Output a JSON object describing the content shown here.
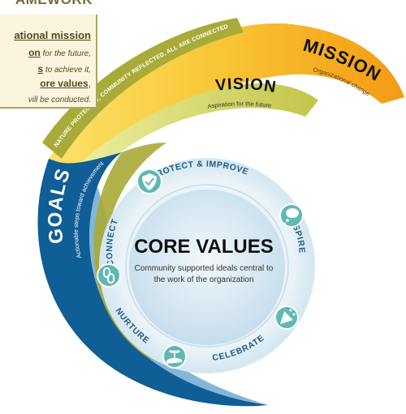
{
  "legend": {
    "heading": "AMEWORK",
    "line1": "ational mission",
    "line2_bold": "on",
    "line2_rest": " for the future,",
    "line3_bold": "s",
    "line3_rest": " to achieve it,",
    "line4_bold": "ore values",
    "line4_rest": ",",
    "line5": "vill be conducted."
  },
  "mission": {
    "title": "MISSION",
    "subtitle": "Organizational change"
  },
  "vision": {
    "title": "VISION",
    "subtitle": "Aspiration for the future"
  },
  "arc_text": "NATURE PROTECTED, COMMUNITY REFLECTED, ALL ARE CONNECTED",
  "goals": {
    "title": "GOALS",
    "subtitle": "Actionable steps toward achievement"
  },
  "core": {
    "title": "CORE VALUES",
    "description_line1": "Community supported ideals central to",
    "description_line2": "the work of the organization"
  },
  "values": {
    "protect": "PROTECT & IMPROVE",
    "inspire": "INSPIRE",
    "celebrate": "CELEBRATE",
    "nurture": "NURTURE",
    "connect": "CONNECT"
  },
  "colors": {
    "mission_orange": "#f7a51c",
    "mission_yellow": "#fbd54a",
    "vision_green": "#c9cc55",
    "arc_olive": "#a8aa35",
    "goals_blue": "#0f5e95",
    "core_light": "#dcebf5",
    "value_teal": "#5fb8b4",
    "label_blue": "#205b8a"
  },
  "icons": [
    "shield-check-icon",
    "thought-bubble-icon",
    "party-popper-icon",
    "hand-plant-icon",
    "chain-link-icon"
  ]
}
